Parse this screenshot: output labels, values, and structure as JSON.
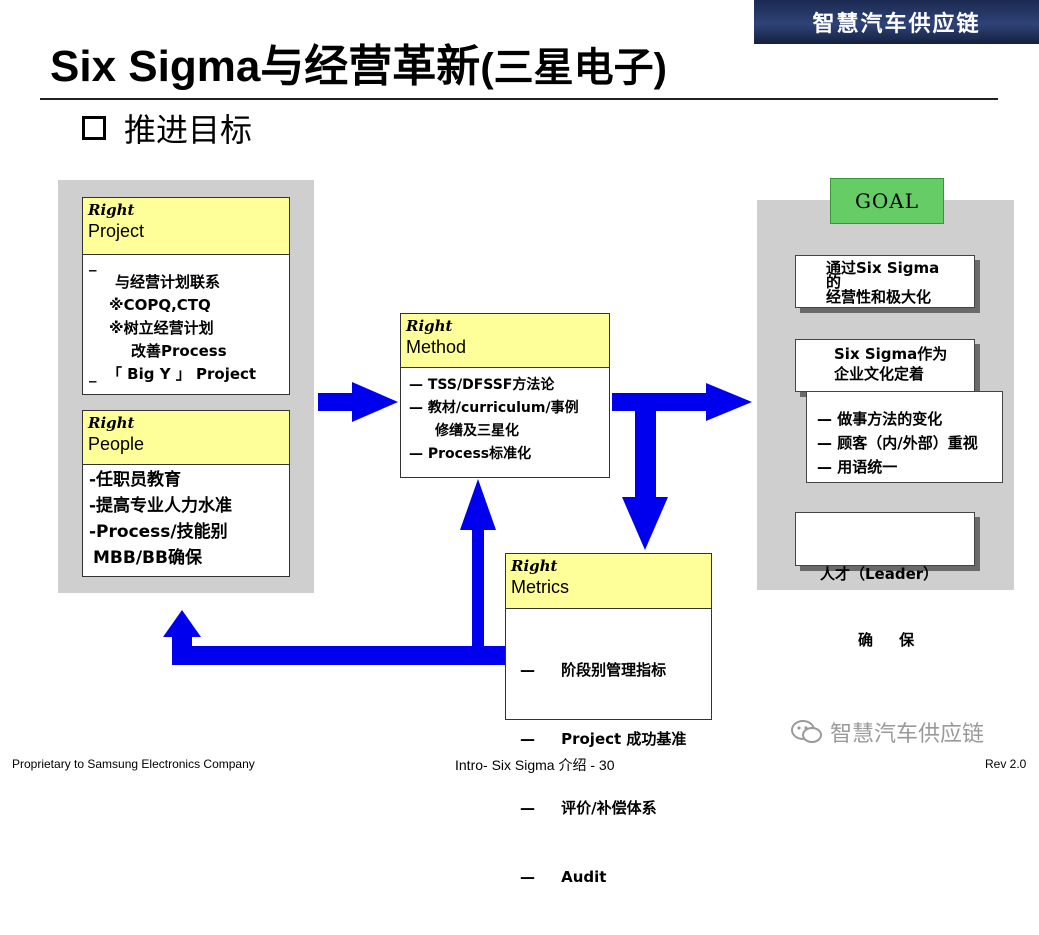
{
  "brand": "智慧汽车供应链",
  "title": {
    "main": "Six Sigma与经营革新",
    "paren": "(三星电子)"
  },
  "subtitle": "推进目标",
  "cards": {
    "project": {
      "right": "Right",
      "name": "Project",
      "lines": [
        "_",
        "与经营计划联系",
        "※COPQ,CTQ",
        "※树立经营计划",
        "改善Process",
        "_  「 Big Y 」 Project"
      ]
    },
    "people": {
      "right": "Right",
      "name": "People",
      "lines": [
        "-任职员教育",
        "-提高专业人力水准",
        "-Process/技能别",
        "MBB/BB确保"
      ]
    },
    "method": {
      "right": "Right",
      "name": "Method",
      "lines": [
        "— TSS/DFSSF方法论",
        "— 教材/curriculum/事例",
        "修缮及三星化",
        "—  Process标准化"
      ]
    },
    "metrics": {
      "right": "Right",
      "name": "Metrics",
      "lines": [
        "—     阶段别管理指标",
        "—     Project 成功基准",
        "—     评价/补偿体系",
        "—     Audit"
      ]
    }
  },
  "goal": {
    "label": "GOAL",
    "box1": {
      "l1": "通过Six Sigma",
      "l2": "的",
      "l3": "经营性和极大化"
    },
    "box2": {
      "l1": "Six Sigma作为",
      "l2": "企业文化定着"
    },
    "box3": [
      "— 做事方法的变化",
      "—  顾客（内/外部）重视",
      "—  用语统一"
    ],
    "box4": {
      "l1": "人才（Leader）",
      "l2": "确     保"
    }
  },
  "footer": {
    "left": "Proprietary to Samsung Electronics Company",
    "center": "Intro- Six Sigma 介绍 - 30",
    "right": "Rev 2.0",
    "watermark": "智慧汽车供应链"
  },
  "colors": {
    "card_header": "#ffff99",
    "arrow": "#0000ee",
    "goal_green": "#66cc66",
    "panel_gray": "#cfcfcf"
  }
}
